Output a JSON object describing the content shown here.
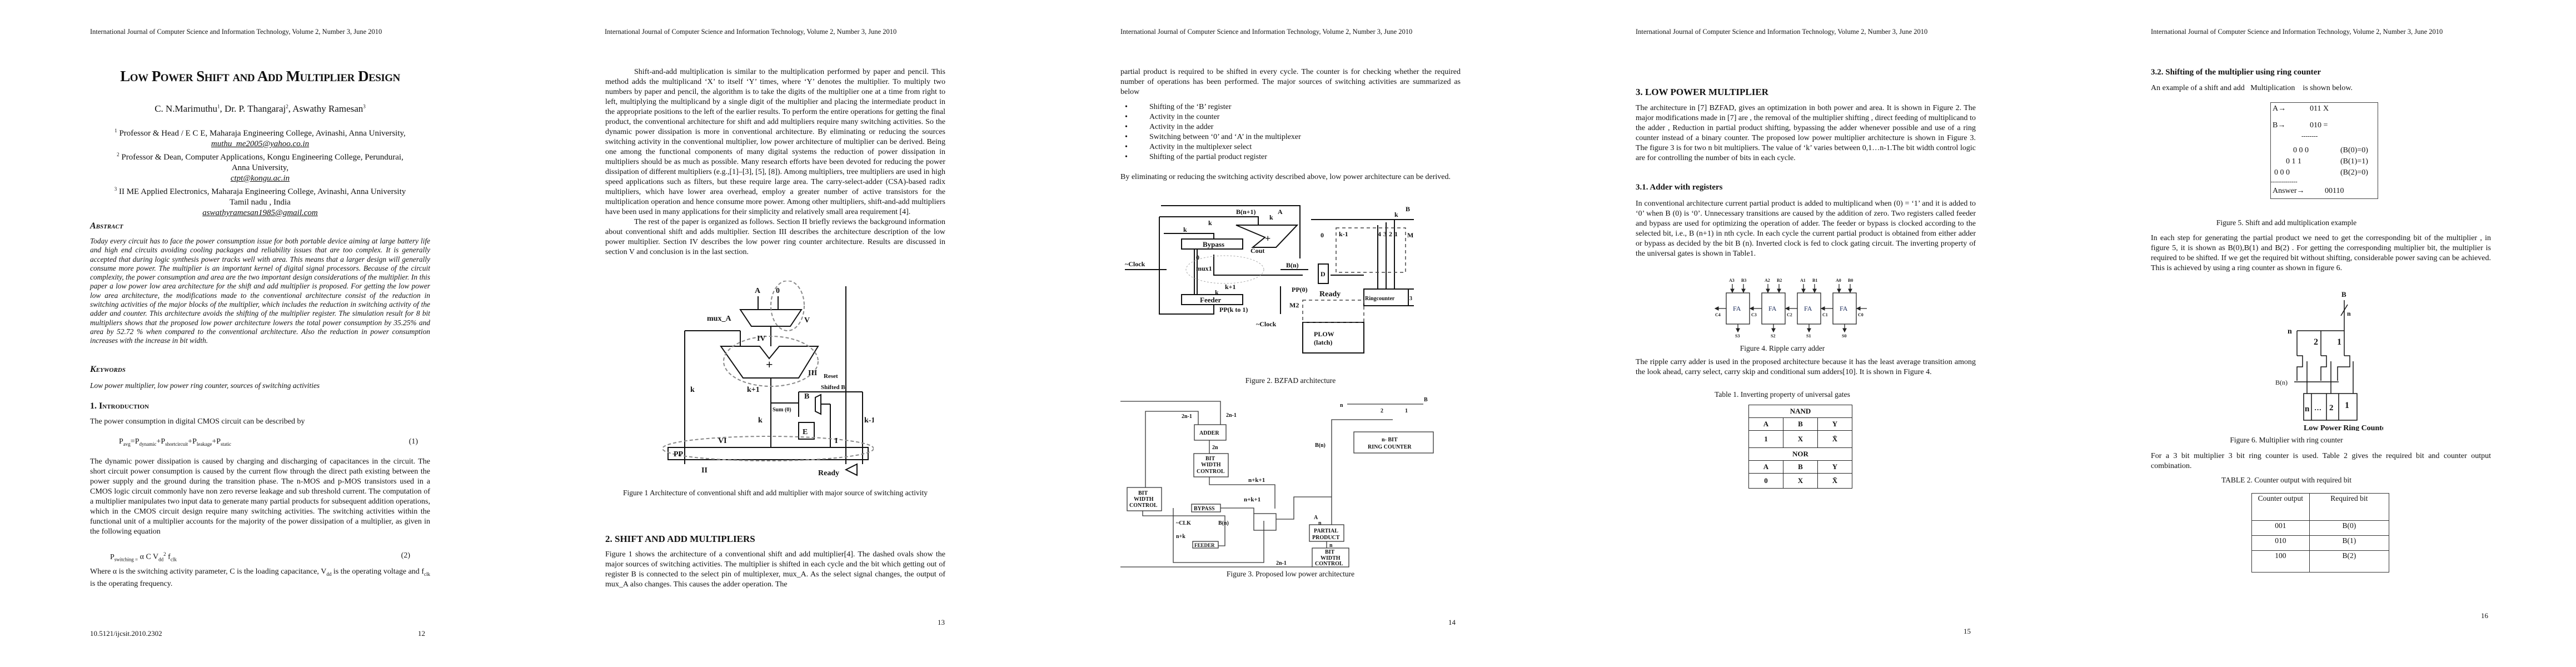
{
  "journal_header": "International Journal of Computer Science and Information Technology, Volume 2, Number 3, June 2010",
  "page1": {
    "title": "Low Power Shift and Add Multiplier Design",
    "authors": [
      {
        "name": "C. N.Marimuthu",
        "sup": "1"
      },
      {
        "name": ", Dr. P. Thangaraj",
        "sup": "2"
      },
      {
        "name": ", Aswathy Ramesan",
        "sup": "3"
      }
    ],
    "affiliations": [
      {
        "sup": "1",
        "lines": [
          "Professor & Head / E C E, Maharaja Engineering College, Avinashi, Anna University,"
        ],
        "email": "muthu_me2005@yahoo.co.in"
      },
      {
        "sup": "2",
        "lines": [
          "Professor & Dean, Computer Applications, Kongu Engineering College, Perundurai,",
          "Anna University,"
        ],
        "email": "ctpt@kongu.ac.in"
      },
      {
        "sup": "3",
        "lines": [
          "II ME Applied Electronics, Maharaja Engineering College, Avinashi, Anna University",
          "Tamil nadu , India"
        ],
        "email": "aswathyramesan1985@gmail.com"
      }
    ],
    "abstract_heading": "Abstract",
    "abstract": "Today every circuit has to face the power consumption issue for both portable device aiming at large battery life and high end circuits avoiding cooling packages and reliability issues that are too complex. It is generally accepted that during logic synthesis power tracks well with area. This means that a larger design will generally consume more power. The multiplier is an important kernel of digital signal processors. Because of the circuit complexity, the power consumption and area are the two important design considerations of the multiplier. In this paper a low power low area architecture for the shift and add multiplier is proposed. For getting the low power low area architecture, the modifications made to the conventional architecture consist of the reduction in switching activities of the major blocks of the multiplier, which includes the reduction in switching activity of the adder and counter. This architecture avoids the shifting of the multiplier register. The simulation result for 8 bit multipliers shows that the proposed low power architecture lowers the total power consumption by 35.25% and area by 52.72 % when compared to the conventional architecture. Also the reduction in power consumption increases with the increase in bit width.",
    "keywords_heading": "Keywords",
    "keywords": "Low power multiplier, low power ring counter, sources of switching activities",
    "intro_heading": "1. Introduction",
    "intro_lead": "The power consumption in digital CMOS circuit can be described by",
    "eq1": {
      "p": "P",
      "s1": "avg",
      "t1": "=P",
      "s2": "dynamic",
      "t2": "+P",
      "s3": "shortcircuit",
      "t3": "+P",
      "s4": "leakage",
      "t4": "+P",
      "s5": "static",
      "num": "(1)"
    },
    "intro_para": "The dynamic power dissipation is caused by charging and discharging of capacitances in the circuit. The short circuit power consumption is caused by the current flow through the direct path existing between the power supply and the ground during the transition phase. The n-MOS and p-MOS transistors used in a CMOS logic circuit commonly have non zero reverse leakage and sub threshold current. The computation of a multiplier manipulates two input data to generate many partial products for subsequent addition operations, which in the CMOS circuit design require many switching activities. The switching activities within the functional unit of a multiplier accounts for the majority of the power dissipation of a multiplier, as given in the following equation",
    "eq2": {
      "p": "P",
      "s1": "switching =",
      "t1": " α C V",
      "s2": "dd",
      "sup": "2",
      "t2": " f",
      "s3": "clk",
      "num": "(2)"
    },
    "where": {
      "t1": "Where α is the switching activity parameter, C is the loading capacitance, V",
      "s1": "dd",
      "t2": " is the operating voltage and f",
      "s2": "clk",
      "t3": "  is the operating frequency."
    },
    "doi": "10.5121/ijcsit.2010.2302",
    "page_number": "12"
  },
  "page2": {
    "para1": "Shift-and-add multiplication is similar to the multiplication performed by paper and pencil. This method adds the multiplicand ‘X’ to itself ‘Y’ times, where ‘Y’ denotes the multiplier. To multiply two numbers by paper and pencil, the algorithm is to take the digits of the multiplier one at a time from right to left, multiplying the multiplicand by a single digit of the multiplier and placing the intermediate product in the appropriate positions to the left of the earlier results. To perform the entire operations for getting the final product, the conventional architecture for shift and add multipliers require many switching activities. So the dynamic power dissipation is more in conventional architecture. By eliminating or reducing the sources switching activity in the conventional multiplier, low power architecture of multiplier can be derived. Being one among the functional components of many digital systems the reduction of power dissipation in multipliers should be as much as possible. Many research efforts have been devoted for reducing the power dissipation of different multipliers (e.g.,[1]–[3], [5], [8]). Among multipliers, tree multipliers are used in high speed applications such as filters, but these require large area. The carry-select-adder (CSA)-based radix multipliers, which have lower area overhead, employ a greater number of active transistors for the multiplication operation and hence consume more power. Among other multipliers, shift-and-add multipliers have been used in many applications for their simplicity and relatively small area requirement [4].",
    "para2": "The rest of the paper is organized as follows. Section II briefly reviews the background information about conventional shift and adds multiplier. Section III describes the architecture description of the low power multiplier. Section IV describes the low power ring counter architecture. Results are discussed in section V and conclusion is in the last section.",
    "fig1_labels": [
      "A",
      "0",
      "mux_A",
      "V",
      "IV",
      "+",
      "III",
      "Reset",
      "Shifted B",
      "k",
      "k+1",
      "Sum (0)",
      "B",
      "k",
      "VI",
      "I",
      "k-1",
      "PP",
      "E",
      "II",
      "Ready"
    ],
    "fig1_caption": "Figure 1  Architecture of conventional shift and add multiplier with major source of switching activity",
    "section2_heading": "2. SHIFT AND ADD MULTIPLIERS",
    "section2_para": "Figure 1 shows the architecture of a conventional shift and add multiplier[4]. The dashed ovals show the major sources of switching activities. The multiplier is shifted in each cycle and the bit which getting out of register B is connected to the select pin of multiplexer, mux_A. As the select signal changes, the output of mux_A also changes. This causes the adder operation. The",
    "page_number": "13"
  },
  "page3": {
    "para1": "partial product is required to be shifted in every cycle. The counter is for checking whether the required number of operations has been performed. The major sources of switching activities are summarized as below",
    "bullets": [
      "Shifting of the ‘B’ register",
      "Activity in the counter",
      "Activity in the adder",
      "Switching between ‘0’ and ‘A’ in the multiplexer",
      "Activity in the multiplexer select",
      "Shifting of the partial product register"
    ],
    "bullet_glyph": "•",
    "para2": "By eliminating or reducing the switching activity described above, low power architecture can be derived.",
    "fig2_labels": [
      "B(n+1)",
      "A",
      "k",
      "k",
      "k",
      "Bypass",
      "Cout",
      "+",
      "0",
      "mux1",
      "~Clock",
      "B(n)",
      "D",
      "0",
      "k-1",
      "4",
      "3",
      "2",
      "1",
      "M1",
      "B",
      "k",
      "PP(0)",
      "Ready",
      "Ringcounter",
      "3",
      "2",
      "1",
      "0",
      "k",
      "k+1",
      "PP(k to 1)",
      "Feeder",
      "~Clock",
      "M2",
      "PLOW",
      "(latch)"
    ],
    "fig2_caption": "Figure 2.  BZFAD architecture",
    "fig3_labels": [
      "2n-1",
      "2n-1",
      "ADDER",
      "2n",
      "BIT",
      "WIDTH",
      "CONTROL",
      "n+k+1",
      "n+k+1",
      "BYPASS",
      "~CLK",
      "B(n)",
      "FEEDER",
      "BIT",
      "WIDTH",
      "CONTROL",
      "n+k",
      "n",
      "2",
      "1",
      "B",
      "B(n)",
      "n- BIT",
      "RING COUNTER",
      "A",
      "n",
      "PARTIAL",
      "PRODUCT",
      "n",
      "BIT",
      "WIDTH",
      "CONTROL",
      "2n-1"
    ],
    "fig3_caption": "Figure 3.  Proposed low power architecture",
    "page_number": "14"
  },
  "page4": {
    "section3_heading": "3.  LOW POWER MULTIPLIER",
    "section3_para": "The architecture in [7] BZFAD, gives an optimization in both power and area. It is shown in Figure 2. The major modifications made in [7] are , the removal of the multiplier shifting , direct feeding of multiplicand to the adder , Reduction in partial product shifting, bypassing the adder whenever possible and use of a ring counter instead of a binary counter. The proposed low power multiplier architecture is shown in Figure 3. The figure 3 is for two n bit multipliers. The value of ‘k’ varies between 0,1…n-1.The bit width control logic are for controlling the number of bits in each cycle.",
    "sub31_heading": "3.1. Adder with registers",
    "sub31_para": "In conventional architecture current partial product is added to multiplicand when  (0) = ‘1’ and it is added to ‘0’ when B (0) is ‘0’. Unnecessary transitions are caused by the addition of zero. Two registers called feeder and bypass are used for optimizing the operation of adder. The feeder or bypass is clocked according to the selected bit, i.e., B (n+1) in nth cycle. In each cycle the current partial product is obtained from either adder or bypass as decided by the bit B (n). Inverted clock is fed to clock gating circuit. The inverting property of the universal gates is shown in Table1.",
    "fig4": {
      "block_label": "FA",
      "inputs": [
        [
          "A3",
          "B3"
        ],
        [
          "A2",
          "B2"
        ],
        [
          "A1",
          "B1"
        ],
        [
          "A0",
          "B0"
        ]
      ],
      "carries": [
        "C4",
        "C3",
        "C2",
        "C1",
        "C0"
      ],
      "sums": [
        "S3",
        "S2",
        "S1",
        "S0"
      ]
    },
    "fig4_caption": "Figure 4. Ripple carry adder",
    "ripple_para": "The ripple carry adder is used in the proposed architecture because it has the least average transition among the look ahead, carry select, carry skip and conditional sum adders[10]. It is shown in Figure 4.",
    "table1_caption": "Table 1. Inverting property of universal gates",
    "table1": {
      "nand_label": "NAND",
      "nand_header": [
        "A",
        "B",
        "Y"
      ],
      "nand_row": [
        "1",
        "X",
        "X̄"
      ],
      "nor_label": "NOR",
      "nor_header": [
        "A",
        "B",
        "Y"
      ],
      "nor_row": [
        "0",
        "X",
        "X̄"
      ]
    },
    "page_number": "15"
  },
  "page5": {
    "sub32_heading": "3.2. Shifting of the multiplier using ring counter",
    "intro": "An example of a shift and add   Multiplication    is shown below.",
    "fig5": {
      "a_label": "A→",
      "a_value": "011  X",
      "b_label": "B→",
      "b_value": "010  =",
      "sep1": "--------",
      "rows": [
        {
          "bits": "0 0 0",
          "note": "(B(0)=0)"
        },
        {
          "bits": "0  1 1",
          "note": "(B(1)=1)"
        },
        {
          "bits": "0  0  0",
          "note": "(B(2)=0)"
        }
      ],
      "sep2": "-------------",
      "answer_label": "Answer→",
      "answer_value": "00110"
    },
    "fig5_caption": "Figure 5. Shift and add multiplication example",
    "para1": "In each step for generating the partial product we need to get the corresponding bit of the multiplier , in figure 5, it is shown as B(0),B(1) and B(2) . For getting the corresponding multiplier bit, the multiplier is required to be shifted. If we get the required bit without shifting, considerable power saving can be achieved. This is achieved by using a ring counter as shown in figure 6.",
    "fig6_labels": [
      "B",
      "n",
      "n",
      "2",
      "1",
      "B(n)",
      "n",
      "…",
      "2",
      "1"
    ],
    "fig6_subtitle": "Low Power Ring Counter",
    "fig6_caption": "Figure 6. Multiplier with ring counter",
    "para2": "For a 3 bit multiplier 3 bit ring counter is used. Table 2 gives the required bit and counter output combination.",
    "table2_caption": "TABLE 2. Counter output with required bit",
    "table2": {
      "headers": [
        "Counter output",
        "Required bit"
      ],
      "rows": [
        [
          "001",
          "B(0)"
        ],
        [
          "010",
          "B(1)"
        ],
        [
          "100",
          "B(2)"
        ]
      ]
    },
    "page_number": "16"
  }
}
